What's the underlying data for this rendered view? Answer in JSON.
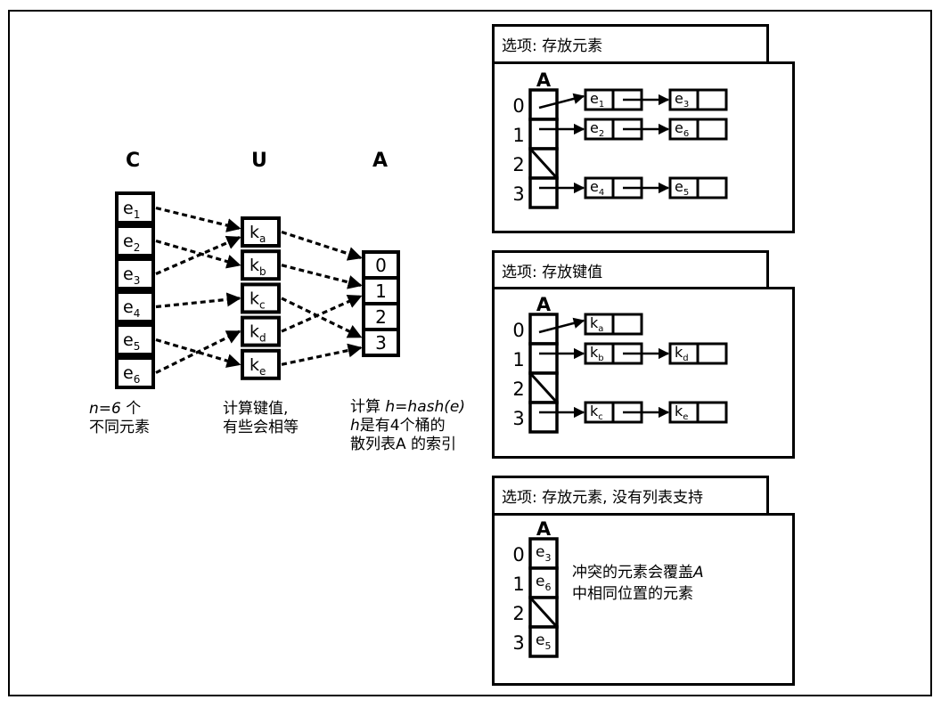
{
  "left_diagram": {
    "headers": {
      "c": "C",
      "u": "U",
      "a": "A"
    },
    "elements": [
      {
        "base": "e",
        "sub": "1",
        "key": 0
      },
      {
        "base": "e",
        "sub": "2",
        "key": 1
      },
      {
        "base": "e",
        "sub": "3",
        "key": 0
      },
      {
        "base": "e",
        "sub": "4",
        "key": 2
      },
      {
        "base": "e",
        "sub": "5",
        "key": 4
      },
      {
        "base": "e",
        "sub": "6",
        "key": 3
      }
    ],
    "keys": [
      {
        "base": "k",
        "sub": "a",
        "bucket": 0
      },
      {
        "base": "k",
        "sub": "b",
        "bucket": 1
      },
      {
        "base": "k",
        "sub": "c",
        "bucket": 3
      },
      {
        "base": "k",
        "sub": "d",
        "bucket": 1
      },
      {
        "base": "k",
        "sub": "e",
        "bucket": 3
      }
    ],
    "buckets": [
      "0",
      "1",
      "2",
      "3"
    ],
    "captions": {
      "c": {
        "line1_italic": "n=6",
        "line1_rest": " 个",
        "line2": "不同元素"
      },
      "u": {
        "line1": "计算键值,",
        "line2": "有些会相等"
      },
      "a": {
        "line1_prefix": "计算 ",
        "line1_italic": "h=hash(e)",
        "line2_italic": "h",
        "line2_rest": "是有4个桶的",
        "line3": "散列表A 的索引"
      }
    }
  },
  "panels": [
    {
      "title": "选项:  存放元素",
      "array_label": "A",
      "indices": [
        "0",
        "1",
        "2",
        "3"
      ],
      "chains": [
        [
          {
            "base": "e",
            "sub": "1"
          },
          {
            "base": "e",
            "sub": "3"
          }
        ],
        [
          {
            "base": "e",
            "sub": "2"
          },
          {
            "base": "e",
            "sub": "6"
          }
        ],
        [],
        [
          {
            "base": "e",
            "sub": "4"
          },
          {
            "base": "e",
            "sub": "5"
          }
        ]
      ]
    },
    {
      "title": "选项:  存放键值",
      "array_label": "A",
      "indices": [
        "0",
        "1",
        "2",
        "3"
      ],
      "chains": [
        [
          {
            "base": "k",
            "sub": "a"
          }
        ],
        [
          {
            "base": "k",
            "sub": "b"
          },
          {
            "base": "k",
            "sub": "d"
          }
        ],
        [],
        [
          {
            "base": "k",
            "sub": "c"
          },
          {
            "base": "k",
            "sub": "e"
          }
        ]
      ]
    },
    {
      "title": "选项:  存放元素, 没有列表支持",
      "array_label": "A",
      "indices": [
        "0",
        "1",
        "2",
        "3"
      ],
      "cells": [
        {
          "base": "e",
          "sub": "3"
        },
        {
          "base": "e",
          "sub": "6"
        },
        null,
        {
          "base": "e",
          "sub": "5"
        }
      ],
      "note_line1_prefix": "冲突的元素会覆盖",
      "note_line1_italic": "A",
      "note_line2": "中相同位置的元素"
    }
  ]
}
